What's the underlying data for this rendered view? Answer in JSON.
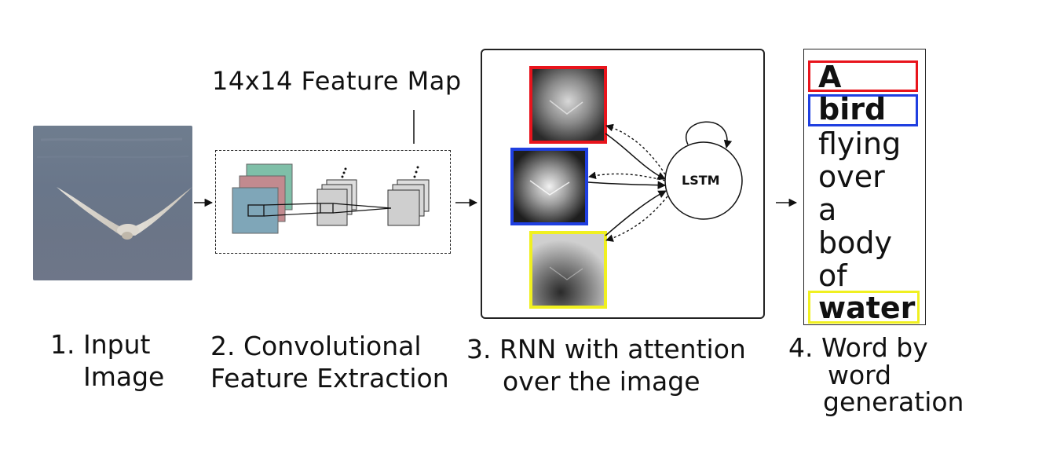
{
  "feature_map_label": "14x14 Feature Map",
  "lstm_label": "LSTM",
  "words": [
    {
      "text": "A",
      "bold": true,
      "highlight": "#e8141c"
    },
    {
      "text": "bird",
      "bold": true,
      "highlight": "#1f3fe0"
    },
    {
      "text": "flying",
      "bold": false,
      "highlight": null
    },
    {
      "text": "over",
      "bold": false,
      "highlight": null
    },
    {
      "text": "a",
      "bold": false,
      "highlight": null
    },
    {
      "text": "body",
      "bold": false,
      "highlight": null
    },
    {
      "text": "of",
      "bold": false,
      "highlight": null
    },
    {
      "text": "water",
      "bold": true,
      "highlight": "#f0f020"
    }
  ],
  "steps": [
    {
      "line1": "1. Input",
      "line2": "Image"
    },
    {
      "line1": "2. Convolutional",
      "line2": "Feature Extraction"
    },
    {
      "line1": "3. RNN with attention",
      "line2": "over the image"
    },
    {
      "line1": "4. Word by",
      "line2": "word",
      "line3": "generation"
    }
  ],
  "attention_map_colors": [
    "#e8141c",
    "#1f3fe0",
    "#f0f020"
  ]
}
